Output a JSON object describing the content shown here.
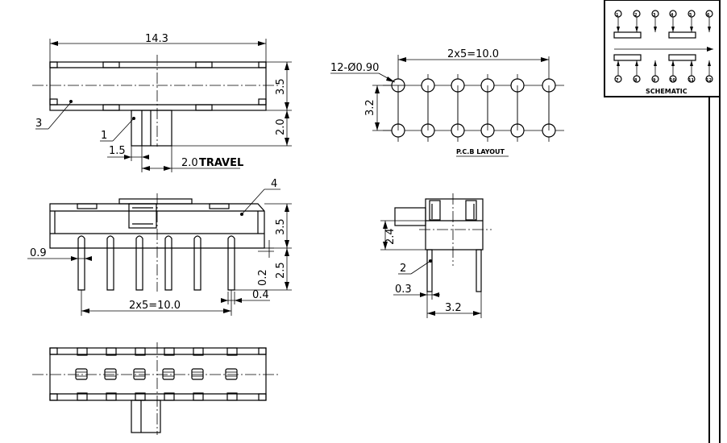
{
  "top_view": {
    "width_dim": "14.3",
    "height_dim": "3.5",
    "knob_dim": "2.0",
    "knob_width_dim": "1.5",
    "travel_dim": "2.0",
    "travel_label": "TRAVEL",
    "callout_1": "1",
    "callout_3": "3"
  },
  "pcb_layout": {
    "hole_label": "12-Ø0.90",
    "pitch_dim": "2x5=10.0",
    "row_dim": "3.2",
    "caption": "P.C.B LAYOUT"
  },
  "front_view": {
    "callout_4": "4",
    "height_dim": "3.5",
    "pin_dim": "2.5",
    "pin_width_dim": "0.2",
    "offset_dim": "0.9",
    "pin_pitch_dim": "2x5=10.0",
    "pin_spacing_dim": "0.4"
  },
  "side_view": {
    "height_dim": "2.4",
    "callout_2": "2",
    "pin_dim": "0.3",
    "row_dim": "3.2"
  },
  "schematic": {
    "caption": "SCHEMATIC",
    "top_pins": [
      "1",
      "2",
      "3",
      "4",
      "5",
      "6"
    ],
    "bottom_pins": [
      "7",
      "8",
      "9",
      "10",
      "11",
      "12"
    ]
  }
}
